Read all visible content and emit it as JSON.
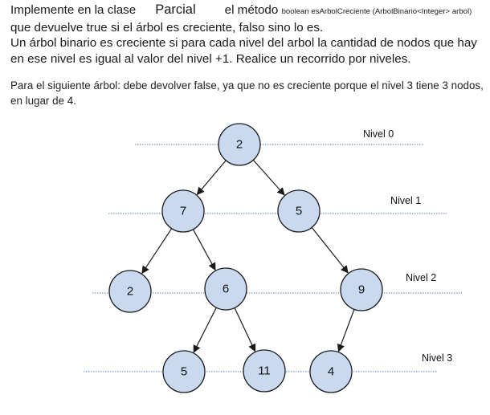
{
  "statement": {
    "part1": "Implemente en la clase",
    "class_name": "Parcial",
    "part2": "el método",
    "signature": "boolean esArbolCreciente (ArbolBinario<Integer> arbol)",
    "line2": "que devuelve true si el árbol es creciente, falso sino lo es.",
    "line3": "Un árbol binario es creciente  si para cada nivel del arbol la cantidad de nodos que hay en ese nivel es igual al valor del nivel +1. Realice un recorrido por niveles."
  },
  "example": {
    "text": "Para el siguiente árbol: debe devolver false, ya que no es creciente porque el nivel 3 tiene 3 nodos, en lugar de 4."
  },
  "tree": {
    "levels": [
      {
        "label": "Nivel 0"
      },
      {
        "label": "Nivel 1"
      },
      {
        "label": "Nivel 2"
      },
      {
        "label": "Nivel 3"
      }
    ],
    "nodes": [
      {
        "id": "n0",
        "value": "2",
        "level": 0
      },
      {
        "id": "n1",
        "value": "7",
        "level": 1
      },
      {
        "id": "n2",
        "value": "5",
        "level": 1
      },
      {
        "id": "n3",
        "value": "2",
        "level": 2
      },
      {
        "id": "n4",
        "value": "6",
        "level": 2
      },
      {
        "id": "n5",
        "value": "9",
        "level": 2
      },
      {
        "id": "n6",
        "value": "5",
        "level": 3
      },
      {
        "id": "n7",
        "value": "11",
        "level": 3
      },
      {
        "id": "n8",
        "value": "4",
        "level": 3
      }
    ],
    "edges": [
      [
        "n0",
        "n1"
      ],
      [
        "n0",
        "n2"
      ],
      [
        "n1",
        "n3"
      ],
      [
        "n1",
        "n4"
      ],
      [
        "n2",
        "n5"
      ],
      [
        "n4",
        "n6"
      ],
      [
        "n4",
        "n7"
      ],
      [
        "n5",
        "n8"
      ]
    ],
    "colors": {
      "node_fill": "#c9daf0",
      "level_line": "#5b7fb8"
    }
  }
}
